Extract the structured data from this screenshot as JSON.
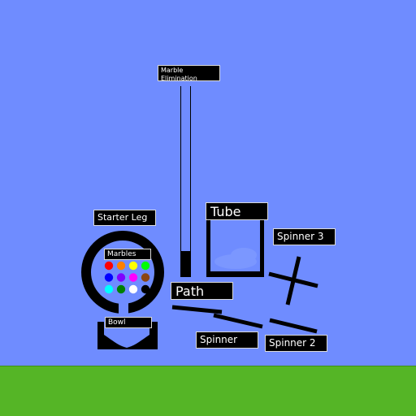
{
  "labels": {
    "marble_elimination": "Marble\nElimination",
    "starter_leg": "Starter Leg",
    "tube": "Tube",
    "spinner_3": "Spinner 3",
    "marbles": "Marbles",
    "path": "Path",
    "bowl": "Bowl",
    "spinner": "Spinner",
    "spinner_2": "Spinner 2"
  },
  "colors": {
    "sky": "#6f8cff",
    "ground": "#55b526",
    "parts": "#000000"
  },
  "marbles": [
    {
      "color": "#ff0000"
    },
    {
      "color": "#ff8000"
    },
    {
      "color": "#ffff00"
    },
    {
      "color": "#00ff00"
    },
    {
      "color": "#0000ff"
    },
    {
      "color": "#8000ff"
    },
    {
      "color": "#ff00ff"
    },
    {
      "color": "#8b4513"
    },
    {
      "color": "#00ffff"
    },
    {
      "color": "#008000"
    },
    {
      "color": "#ffffff"
    },
    {
      "color": "#000000"
    }
  ]
}
